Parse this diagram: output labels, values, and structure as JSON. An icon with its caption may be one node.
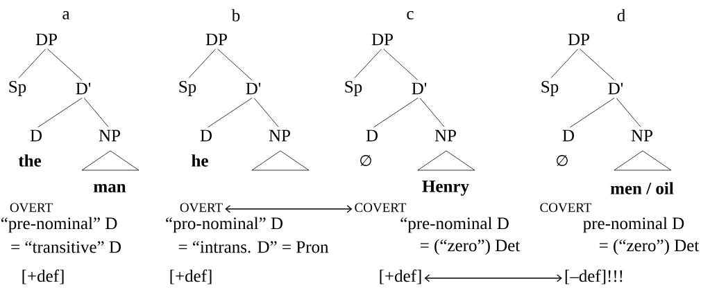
{
  "diagram": {
    "nodes": [
      {
        "text": [
          "DP"
        ]
      },
      {
        "text": [
          "Sp"
        ]
      },
      {
        "text": [
          "D'"
        ]
      },
      {
        "text": [
          "D"
        ],
        "beside": [
          "the"
        ]
      },
      {
        "text": [
          "NP"
        ]
      },
      {
        "text": [
          "man"
        ]
      },
      {
        "text": [
          "DP"
        ]
      },
      {
        "text": [
          "Sp"
        ]
      },
      {
        "text": [
          "D'"
        ]
      },
      {
        "text": [
          "D"
        ],
        "beside": [
          "he"
        ]
      },
      {
        "text": [
          "NP"
        ]
      },
      {
        "text": [],
        "shape": "triangle"
      },
      {
        "text": [
          "DP"
        ]
      },
      {
        "text": [
          "Sp"
        ]
      },
      {
        "text": [
          "D'"
        ]
      },
      {
        "text": [
          "D"
        ],
        "beside": [
          "∅"
        ]
      },
      {
        "text": [
          "NP"
        ]
      },
      {
        "text": [
          "Henry"
        ]
      },
      {
        "text": [
          "DP"
        ]
      },
      {
        "text": [
          "Sp"
        ]
      },
      {
        "text": [
          "D'"
        ]
      },
      {
        "text": [
          "D"
        ],
        "beside": [
          "∅"
        ]
      },
      {
        "text": [
          "NP"
        ]
      },
      {
        "text": [
          "men / oil"
        ]
      },
      {
        "text": [
          "OVERT"
        ]
      },
      {
        "text": [
          "OVERT"
        ]
      },
      {
        "text": [
          "COVERT"
        ]
      },
      {
        "text": [
          "COVERT"
        ]
      },
      {
        "text": [
          "[+def]"
        ]
      },
      {
        "text": [
          "[+def]"
        ]
      },
      {
        "text": [
          "[+def]"
        ]
      },
      {
        "text": [
          "[–def]!!!"
        ]
      }
    ],
    "edges": [
      {
        "from": 0,
        "to": 1,
        "arrow": "none"
      },
      {
        "from": 0,
        "to": 2,
        "arrow": "none"
      },
      {
        "from": 2,
        "to": 3,
        "arrow": "none"
      },
      {
        "from": 2,
        "to": 4,
        "arrow": "none"
      },
      {
        "from": 6,
        "to": 7,
        "arrow": "none"
      },
      {
        "from": 6,
        "to": 8,
        "arrow": "none"
      },
      {
        "from": 8,
        "to": 9,
        "arrow": "none"
      },
      {
        "from": 8,
        "to": 10,
        "arrow": "none"
      },
      {
        "from": 12,
        "to": 13,
        "arrow": "none"
      },
      {
        "from": 12,
        "to": 14,
        "arrow": "none"
      },
      {
        "from": 14,
        "to": 15,
        "arrow": "none"
      },
      {
        "from": 14,
        "to": 16,
        "arrow": "none"
      },
      {
        "from": 18,
        "to": 19,
        "arrow": "none"
      },
      {
        "from": 18,
        "to": 20,
        "arrow": "none"
      },
      {
        "from": 20,
        "to": 21,
        "arrow": "none"
      },
      {
        "from": 20,
        "to": 22,
        "arrow": "none"
      },
      {
        "from": 25,
        "to": 26,
        "arrow": "both"
      },
      {
        "from": 30,
        "to": 31,
        "arrow": "both"
      }
    ],
    "labels": [
      "a",
      "b",
      "c",
      "d",
      "“pre-nominal” D",
      "= “transitive” D",
      "“pro-nominal” D",
      "= “intrans. D” = Pron",
      "“pre-nominal D",
      "= (“zero”) Det",
      "pre-nominal D",
      "= (“zero”) Det"
    ]
  }
}
